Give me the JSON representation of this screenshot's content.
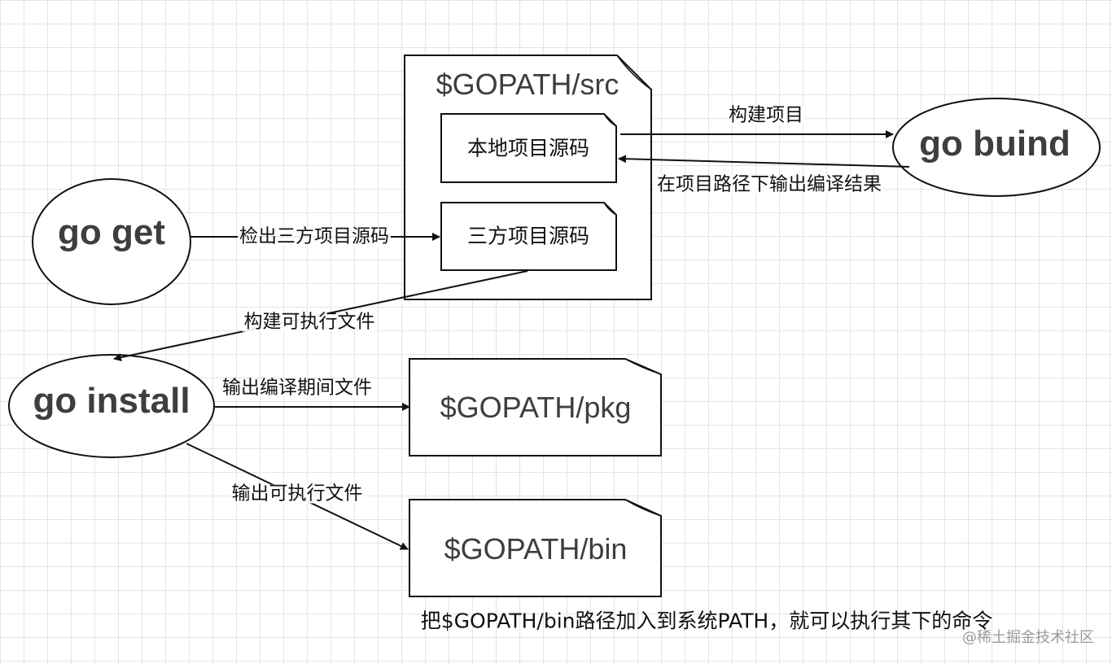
{
  "nodes": {
    "go_get": "go get",
    "go_build": "go buind",
    "go_install": "go install"
  },
  "containers": {
    "src": "$GOPATH/src",
    "pkg": "$GOPATH/pkg",
    "bin": "$GOPATH/bin"
  },
  "boxes": {
    "local_source": "本地项目源码",
    "third_party_source": "三方项目源码"
  },
  "edges": {
    "build_project": "构建项目",
    "output_to_project_path": "在项目路径下输出编译结果",
    "checkout_third_party": "检出三方项目源码",
    "build_executable": "构建可执行文件",
    "output_compile_files": "输出编译期间文件",
    "output_executable": "输出可执行文件"
  },
  "note": "把$GOPATH/bin路径加入到系统PATH，就可以执行其下的命令",
  "watermark": "@稀土掘金技术社区"
}
